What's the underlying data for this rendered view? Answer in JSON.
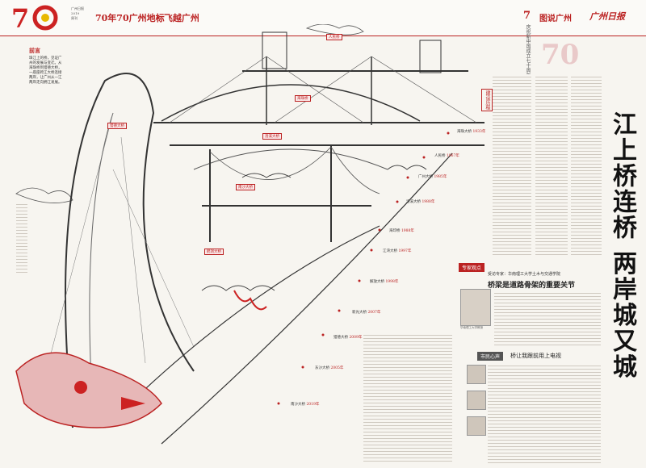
{
  "header": {
    "title": "70年70广州地标",
    "subtitle": "• 飞越广州",
    "page_number": "7",
    "section": "图说广州",
    "newspaper": "广州日报",
    "series": "庆祝新中国成立七十周年系列",
    "big_number": "70"
  },
  "preface": {
    "label": "前言",
    "text": "珠江上的桥，见证广州的发展与变迁。从海珠桥到猎德大桥，一座座跨江大桥连接两岸，让广州从一江两岸走向拥江发展。"
  },
  "headline": "江上桥连桥 两岸城又城",
  "red_tag": "建设历程",
  "bridges": [
    {
      "name": "人民桥",
      "color": "#b22"
    },
    {
      "name": "海珠桥",
      "color": "#b22"
    },
    {
      "name": "猎德大桥",
      "color": "#b22"
    },
    {
      "name": "洛溪大桥",
      "color": "#b22"
    },
    {
      "name": "南沙大桥",
      "color": "#b22"
    },
    {
      "name": "鹤洞大桥",
      "color": "#b22"
    }
  ],
  "timeline": [
    {
      "name": "海珠大桥",
      "year": "1933年"
    },
    {
      "name": "人民桥",
      "year": "1967年"
    },
    {
      "name": "广州大桥",
      "year": "1985年"
    },
    {
      "name": "洛溪大桥",
      "year": "1988年"
    },
    {
      "name": "海印桥",
      "year": "1988年"
    },
    {
      "name": "江湾大桥",
      "year": "1997年"
    },
    {
      "name": "解放大桥",
      "year": "1998年"
    },
    {
      "name": "新光大桥",
      "year": "2007年"
    },
    {
      "name": "猎德大桥",
      "year": "2009年"
    },
    {
      "name": "东沙大桥",
      "year": "2005年"
    },
    {
      "name": "南沙大桥",
      "year": "2019年"
    }
  ],
  "expert": {
    "tag": "专家观点",
    "name": "受访专家：华南理工大学土木与交通学院",
    "title": "桥梁是道路骨架的重要关节",
    "caption": "华南理工大学教授"
  },
  "views": {
    "tag": "市民心声",
    "title": "桥让我跟前用上电视"
  }
}
